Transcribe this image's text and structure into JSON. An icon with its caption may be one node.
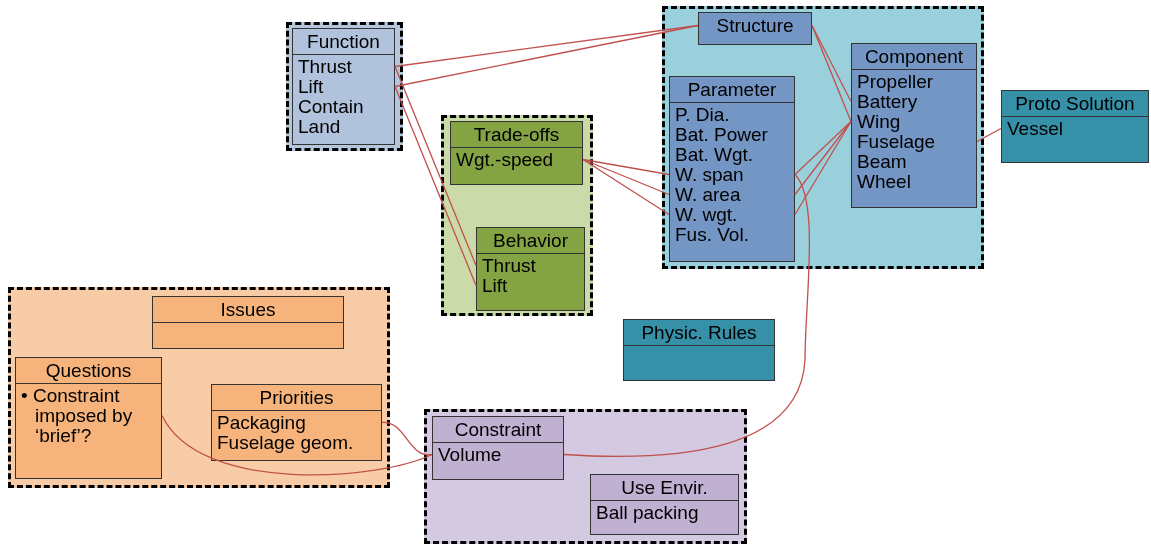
{
  "diagram": {
    "nodes": [
      {
        "text": [],
        "shape": "box"
      },
      {
        "text": [
          "Function",
          "Thrust",
          "Lift",
          "Contain",
          "Land"
        ],
        "in": 0
      },
      {
        "text": [],
        "shape": "box"
      },
      {
        "text": [
          "Structure"
        ],
        "in": 2
      },
      {
        "text": [
          "Parameter",
          "P. Dia.",
          "Bat. Power",
          "Bat. Wgt.",
          "W. span",
          "W. area",
          "W. wgt.",
          "Fus. Vol."
        ],
        "in": 2
      },
      {
        "text": [
          "Component",
          "Propeller",
          "Battery",
          "Wing",
          "Fuselage",
          "Beam",
          "Wheel"
        ],
        "in": 2
      },
      {
        "text": [
          "Proto Solution",
          "Vessel"
        ]
      },
      {
        "text": [],
        "shape": "box"
      },
      {
        "text": [
          "Trade-offs",
          "Wgt.-speed"
        ],
        "in": 7
      },
      {
        "text": [
          "Behavior",
          "Thrust",
          "Lift"
        ],
        "in": 7
      },
      {
        "text": [],
        "shape": "box"
      },
      {
        "text": [
          "Issues"
        ],
        "in": 10
      },
      {
        "text": [
          "Questions",
          "• Constraint imposed by ‘brief’?"
        ],
        "in": 10
      },
      {
        "text": [
          "Priorities",
          "Packaging",
          "Fuselage geom."
        ],
        "in": 10
      },
      {
        "text": [
          "Physic. Rules"
        ]
      },
      {
        "text": [],
        "shape": "box"
      },
      {
        "text": [
          "Constraint",
          "Volume"
        ],
        "in": 15
      },
      {
        "text": [
          "Use Envir.",
          "Ball packing"
        ],
        "in": 15
      }
    ],
    "edges": [
      {
        "from": 1,
        "to": 3,
        "arrow": "none"
      },
      {
        "from": 1,
        "to": 3,
        "arrow": "none"
      },
      {
        "from": 1,
        "to": 9,
        "arrow": "none"
      },
      {
        "from": 1,
        "to": 9,
        "arrow": "none"
      },
      {
        "from": 8,
        "to": 4,
        "arrow": "none"
      },
      {
        "from": 8,
        "to": 4,
        "arrow": "none"
      },
      {
        "from": 8,
        "to": 4,
        "arrow": "none"
      },
      {
        "from": 4,
        "to": 5,
        "arrow": "none"
      },
      {
        "from": 4,
        "to": 5,
        "arrow": "none"
      },
      {
        "from": 4,
        "to": 5,
        "arrow": "none"
      },
      {
        "from": 3,
        "to": 5,
        "arrow": "none"
      },
      {
        "from": 3,
        "to": 5,
        "arrow": "none"
      },
      {
        "from": 5,
        "to": 6,
        "arrow": "none"
      },
      {
        "from": 4,
        "to": 16,
        "arrow": "none"
      },
      {
        "from": 13,
        "to": 16,
        "arrow": "none"
      },
      {
        "from": 12,
        "to": 16,
        "arrow": "none"
      }
    ]
  }
}
